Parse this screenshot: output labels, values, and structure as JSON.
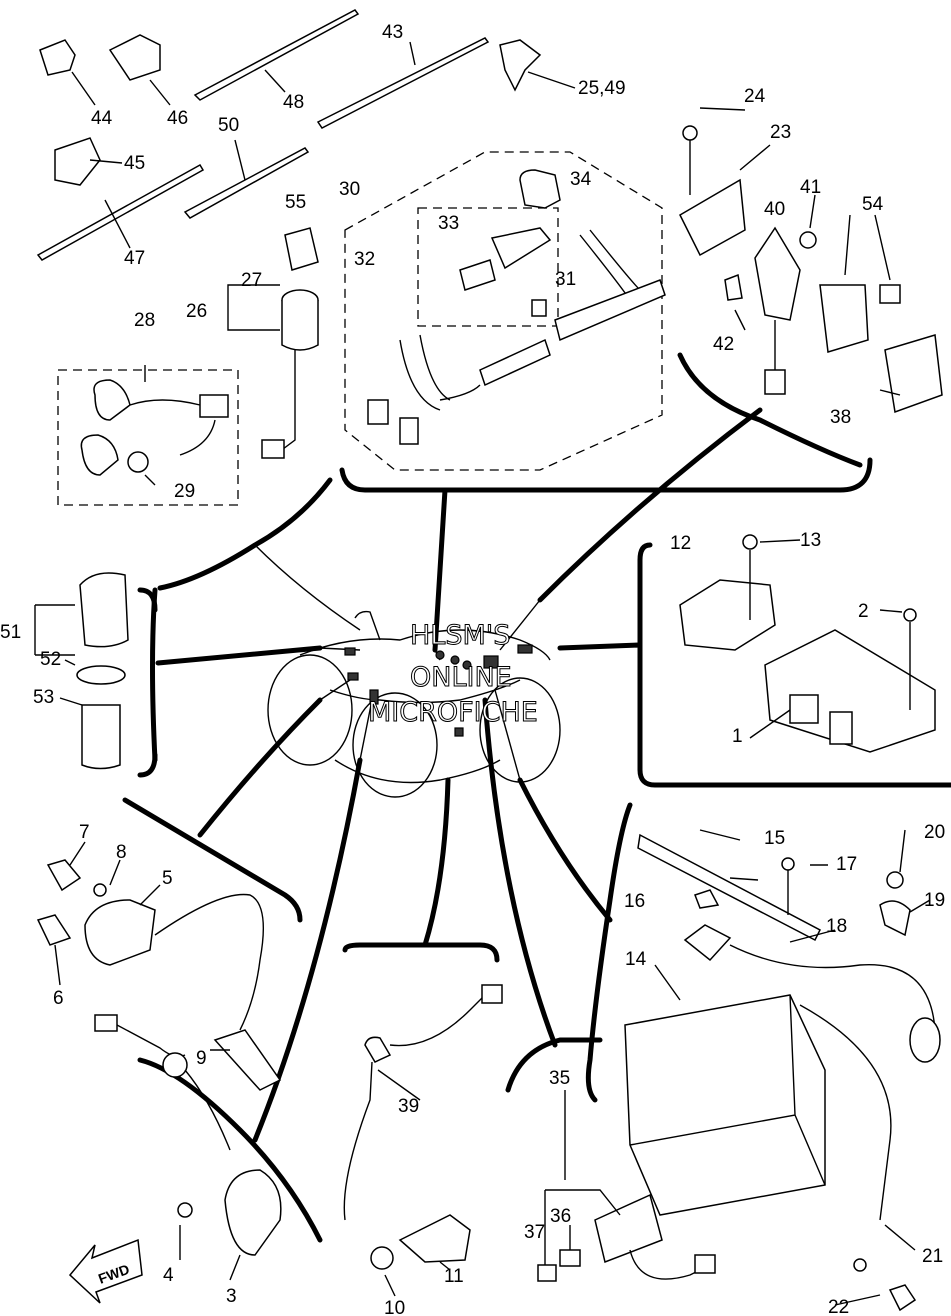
{
  "callouts": {
    "c44": "44",
    "c46": "46",
    "c48": "48",
    "c43": "43",
    "c2549": "25,49",
    "c45": "45",
    "c50": "50",
    "c47": "47",
    "c55": "55",
    "c27": "27",
    "c26": "26",
    "c28": "28",
    "c29": "29",
    "c30": "30",
    "c33": "33",
    "c34": "34",
    "c32": "32",
    "c31": "31",
    "c24": "24",
    "c23": "23",
    "c41": "41",
    "c40": "40",
    "c54": "54",
    "c42": "42",
    "c38": "38",
    "c12": "12",
    "c13": "13",
    "c2": "2",
    "c1": "1",
    "c51": "51",
    "c52": "52",
    "c53": "53",
    "c7": "7",
    "c8": "8",
    "c5": "5",
    "c6": "6",
    "c9": "9",
    "c15": "15",
    "c17": "17",
    "c20": "20",
    "c16": "16",
    "c19": "19",
    "c18": "18",
    "c14": "14",
    "c39": "39",
    "c35": "35",
    "c36": "36",
    "c37": "37",
    "c11": "11",
    "c10": "10",
    "c4": "4",
    "c3": "3",
    "c21": "21",
    "c22": "22"
  },
  "watermark": {
    "line1": "HLSM'S",
    "line2": "ONLINE",
    "line3": "MICROFICHE"
  },
  "fwd_label": "FWD"
}
